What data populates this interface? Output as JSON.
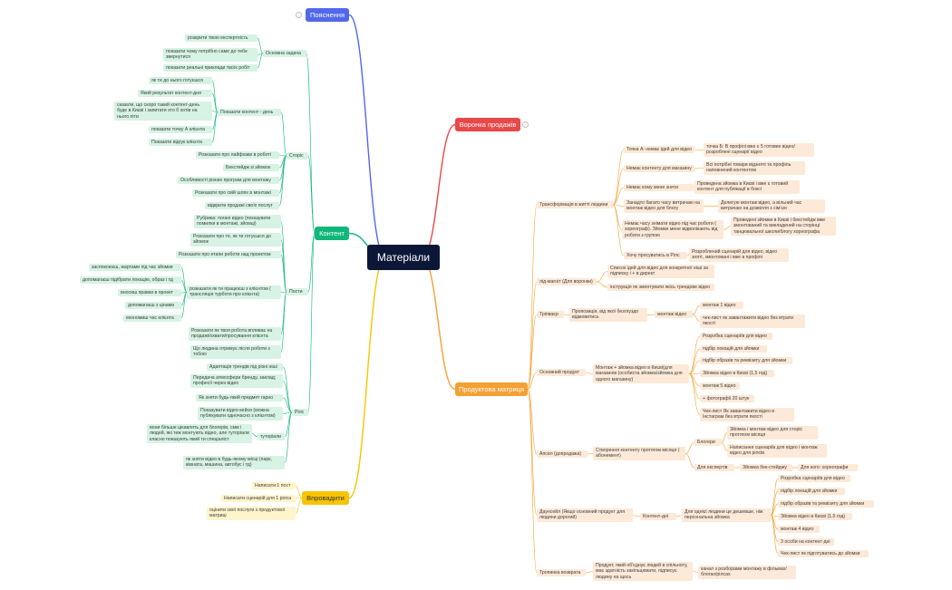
{
  "central": "Матеріали",
  "branches": {
    "poyasnennya": "Пояснення",
    "voronka": "Воронка продажів",
    "matrytsya": "Продуктова матриця",
    "kontent": "Контент",
    "vprovadyty": "Впровадити"
  },
  "kontent": {
    "osnovna": "Основна задача",
    "osnovna_items": [
      "розкрити твою експертність",
      "показати чому потрібно саме до тебе звернутися",
      "показати реальні приклади твоїх робіт"
    ],
    "stories": "Сторіс",
    "pokazaty_den": "Показати контент - день",
    "den_items": [
      "як ти до нього готуєшся",
      "Який результат контент-дня",
      "сказати, що скоро такий контент-день буде в Києві і запитати хто б хотів на нього піти",
      "показати точку А клієнта",
      "Показати відгук клієнта"
    ],
    "stories_items": [
      "Розказати про лайфхаки в роботі",
      "Бекстейдж зі зйомок",
      "Особливості різних програм для монтажу",
      "Розказати про свій шлях в монтажі",
      "відкрити продажі своїх послуг"
    ],
    "posty": "Пости",
    "posty_items": [
      "Рубрика: погані відео (показувати помилки в монтажі, зйомці)",
      "Розказати про те, як ти готуєшся до зйомок",
      "Розказати про етапи роботи над проектом"
    ],
    "posty_client": "розказати як ти працюєш з клієнтом ( трансляція турботи про клієнта)",
    "client_items": [
      "заспокоюєш, жартами під час зйомки",
      "допомагаєш підібрати локацію, образ і тд",
      "вносиш правки в проект",
      "допомагаєш з цінами",
      "економиш час клієнта"
    ],
    "posty_items2": [
      "Розказати як твоя робота впливає на продажі/охвати/просування клієнта",
      "Що людина отримує після роботи з тобою"
    ],
    "rils": "Рілс",
    "rils_items": [
      "Адаптація трендів під різні ніші",
      "Передача атмосфери бренду, заклад; професії через відео",
      "Як зняти будь-який предмет гарно",
      "Показувати відео-кейси (можна публікувати одночасно з клієнтом)"
    ],
    "tutorials": "туторіали",
    "tutorials_item": "вони більше цікавлять для блогерів, смм і людей, які теж монтують відео, але туторіали класно показують який ти спеціаліст",
    "rils_last": "як зняти відео в будь-якому місці (парк, кімната, машина, автобус і тд)"
  },
  "vprovadyty": [
    "Написати 1 пост",
    "Написати сценарій для 1 рілса",
    "оцінити свої послуги з продуктової матриці"
  ],
  "matrytsya": {
    "transformatsiya": "Трансформація в житті людини",
    "t_rows": [
      {
        "a": "Точка А: немає ідей для відео",
        "b": "точка Б: В профілі вже є 5 готових відео/ розроблені сценарії відео"
      },
      {
        "a": "Немає контенту для магазину",
        "b": "Всі потрібні товари відзняті та профіль наповнений контентом"
      },
      {
        "a": "Немає кому мене зняти",
        "b": "Проведена зйомка в Києві і вже є готовий контент для публікації в боксі"
      },
      {
        "a": "Занадто багато часу витрачаю на монтаж відео для блогу",
        "b": "Делегую монтаж відео, а вільний час витрачаю на дозвілля з сім'єю"
      },
      {
        "a": "Немає часу знімати відео під час роботи ( хореограф). Зйомки мене відволікають від роботи з групою",
        "b": "Проведені зйомки в Києві і бекстейдж вже змонтований та викладений на сторінці танцювальної школи/блогу хореографа"
      },
      {
        "a": "Хочу просуватись в Рілс",
        "b": "Розроблений сценарій для відео, відео зняті, змонтовані і вже в профілі"
      }
    ],
    "lidmagnit": "лід-магніт (Для воронки)",
    "lid_items": [
      "Список ідей для відео для конкретної ніші за підписку і + в директ",
      "інструкція як змонтувати якісь трендове відео"
    ],
    "tripwire": "Тріпваєр",
    "trip_desc": "Пропозиція, від якої безглуздо відмовитись",
    "trip_mid": "монтаж відео",
    "trip_items": [
      "монтаж 1 відео",
      "чек-лист як завантажити відео без втрати якості"
    ],
    "osnovnyi": "Основний продукт",
    "osn_desc": "Монтаж + зйомка відео в Києві(для магазинів (особиста зйомка/зйомка для одного магазину)",
    "osn_items": [
      "Розробка сценаріїв для відео",
      "підбір локацій для зйомки",
      "підбір образів та реквізиту для зйомки",
      "Зйомка відео в Києві (1,5 год)",
      "монтаж 5 відео",
      "+ фотографії 20 штук",
      "Чек-лист Як завантажити відео в Інстаграм без втрати якості"
    ],
    "apsel": "Апсел (допродажа)",
    "apsel_desc": "Створення контенту протягом місяця ( абонемент)",
    "blogery": "Блогери",
    "blog_items": [
      "Зйомка і монтаж відео для сторіс протягом місяця",
      "Написання сценаріїв для відео і монтаж відео для рілсів"
    ],
    "ekspertiv": "Для експертів",
    "eksp_mid": "Зйомка бек-стейджу",
    "eksp_end": "Для кого: хореографи",
    "daunsel": "Даунсейл (Якщо основний продукт для людини дорогий)",
    "daun_mid": "Контент-дні",
    "daun_desc": "Для однієї людини це дешевше, ніж персональна зйомка",
    "daun_items": [
      "Розробка сценаріїв для відео",
      "підбір локацій для зйомки",
      "підбір образів та реквізиту для зйомки",
      "Зйомка відео в Києві (1,5 год)",
      "монтаж 4 відео",
      "3 особи на контент-дні",
      "Чек-лист як підготуватись до зйомки"
    ],
    "trop": "Тропинка возврата",
    "trop_desc": "Продукт, який об'єднує людей в спільноту, має здатність закільцювати, підписує людину на щось",
    "trop_end": "канал з розборами монтажу в фільмах/ блогах/рілсах"
  },
  "colors": {
    "blue": "#5168ea",
    "red": "#e94848",
    "orange": "#f5a033",
    "green": "#11b77a",
    "yellow": "#f6c500"
  }
}
